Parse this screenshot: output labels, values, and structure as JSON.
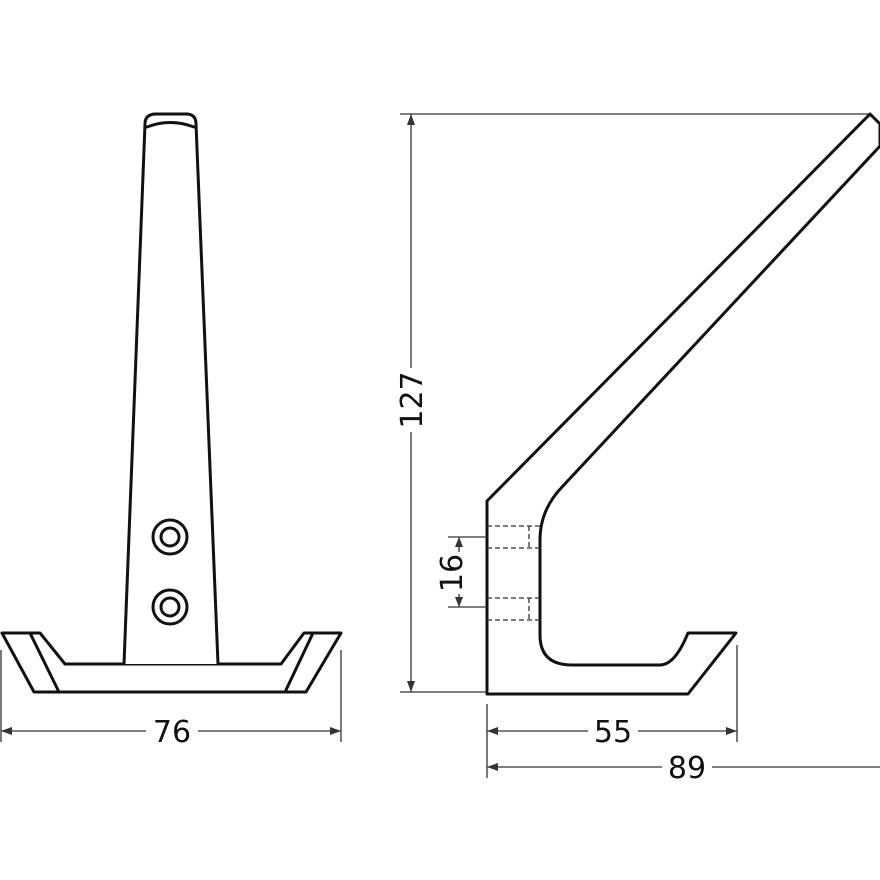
{
  "dimensions": {
    "front_width": "76",
    "overall_height": "127",
    "hole_spacing": "16",
    "hook_depth": "55",
    "overall_depth": "89"
  }
}
